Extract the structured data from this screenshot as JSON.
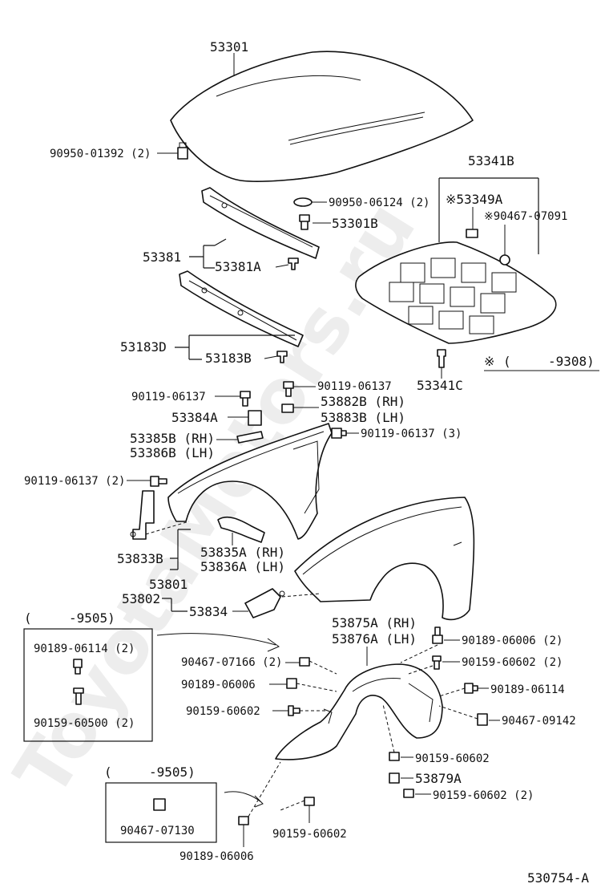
{
  "labels": {
    "hood": "53301",
    "hood_cushion": "90950-01392 (2)",
    "hood_cushion2": "90950-06124 (2)",
    "hood_stop": "53301B",
    "hood_lock_support": "53381",
    "hood_lock_support_clip": "53381A",
    "rad_support_seal": "53183D",
    "rad_support_seal_clip": "53183B",
    "under_cover": "53341B",
    "under_cover_clip": "※53349A",
    "under_cover_nut": "※90467-07091",
    "under_cover_pin": "53341C",
    "bolt_1": "90119-06137",
    "bolt_2": "90119-06137",
    "bracket_a": "53384A",
    "fender_bracket_rh": "53882B (RH)",
    "fender_bracket_lh": "53883B (LH)",
    "bolt_3": "90119-06137 (3)",
    "fender_seal_rh": "53385B (RH)",
    "fender_seal_lh": "53386B (LH)",
    "bolt_4": "90119-06137 (2)",
    "fender_bracket_b": "53833B",
    "fender_seal2_rh": "53835A (RH)",
    "fender_seal2_lh": "53836A (LH)",
    "fender_rh": "53801",
    "fender_lh": "53802",
    "fender_bracket_c": "53834",
    "liner_rh": "53875A (RH)",
    "liner_lh": "53876A (LH)",
    "screw_1": "90189-06006 (2)",
    "screw_2": "90159-60602 (2)",
    "screw_3": "90189-06114",
    "clip_1": "90467-09142",
    "clip_2": "90467-07166 (2)",
    "screw_4": "90189-06006",
    "screw_5": "90159-60602",
    "screw_6": "90159-60602",
    "liner_clip": "53879A",
    "screw_7": "90159-60602 (2)",
    "screw_8": "90159-60602",
    "screw_9": "90189-06006",
    "footnote_mark": "※",
    "footnote_range": "-9308)",
    "box1_header": "(",
    "box1_range": "-9505)",
    "box1_item1": "90189-06114 (2)",
    "box1_item2": "90159-60500 (2)",
    "box2_header": "(",
    "box2_range": "-9505)",
    "box2_item1": "90467-07130",
    "diagram_code": "530754-A"
  },
  "watermark": "ToyotaMotors.ru"
}
